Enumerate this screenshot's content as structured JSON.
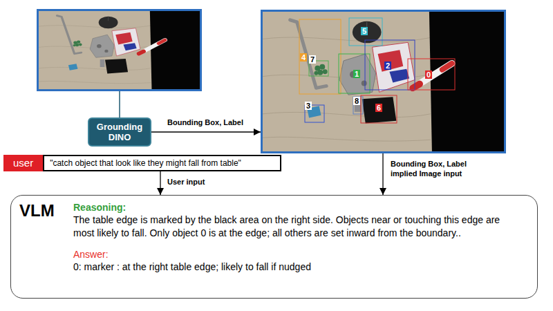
{
  "diagram": {
    "nodes": [
      {
        "text": [
          "5",
          "4",
          "7",
          "1",
          "2",
          "0",
          "3",
          "8",
          "6"
        ]
      },
      {
        "text": [
          "Grounding DINO"
        ]
      },
      {
        "text": [
          "user"
        ]
      },
      {
        "text": [
          "\"catch object that look like they might fall from table\""
        ]
      },
      {
        "text": [
          "VLM",
          "Reasoning:",
          "The table edge is marked by the black area on the right side. Objects near or touching this edge are most likely to fall. Only object 0 is at the edge; all others are set inward from the boundary..",
          "Answer:",
          "0: marker : at the right table edge; likely to fall if nudged"
        ]
      }
    ],
    "edges": [
      {
        "from": 1,
        "to": 0,
        "arrow": "to",
        "label": "Bounding Box, Label"
      },
      {
        "from": 3,
        "to": 4,
        "arrow": "to",
        "label": "User input"
      },
      {
        "from": 0,
        "to": 4,
        "arrow": "to",
        "label": "Bounding Box, Label implied Image input"
      }
    ]
  }
}
